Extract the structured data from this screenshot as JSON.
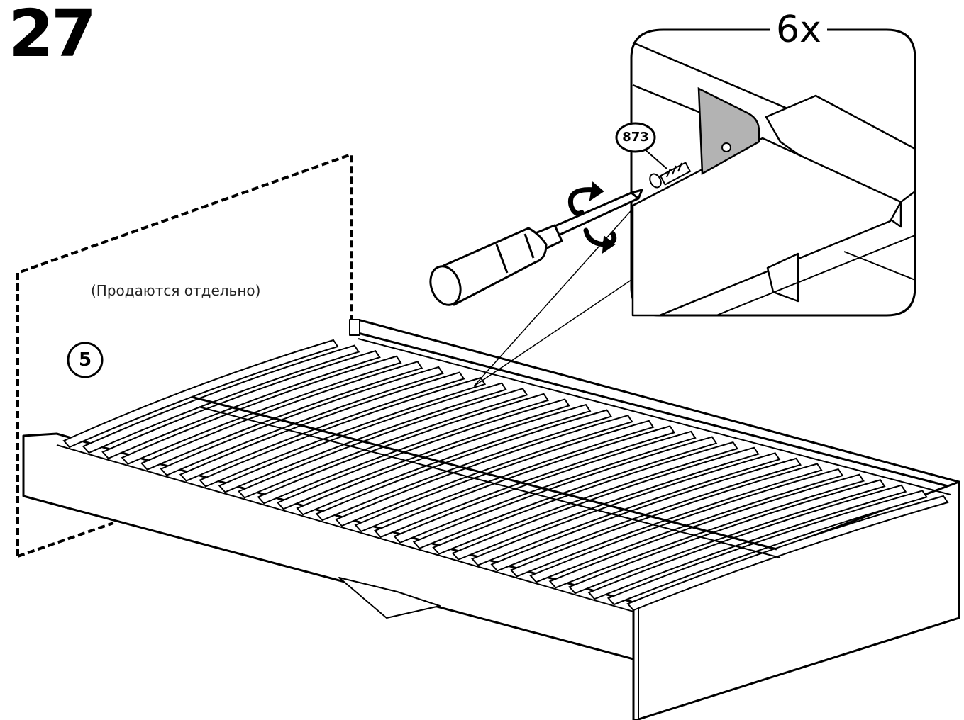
{
  "step": {
    "number": "27"
  },
  "detail": {
    "quantity": "6x"
  },
  "headboard": {
    "note": "(Продаются отдельно)"
  },
  "parts": {
    "headboard_part": "5",
    "screw_part": "873"
  },
  "icons": {
    "screwdriver": "screwdriver-icon",
    "rotation": "rotate-arrow-icon"
  },
  "colors": {
    "ink": "#000000",
    "plate": "#b3b3b3",
    "paper": "#ffffff"
  }
}
